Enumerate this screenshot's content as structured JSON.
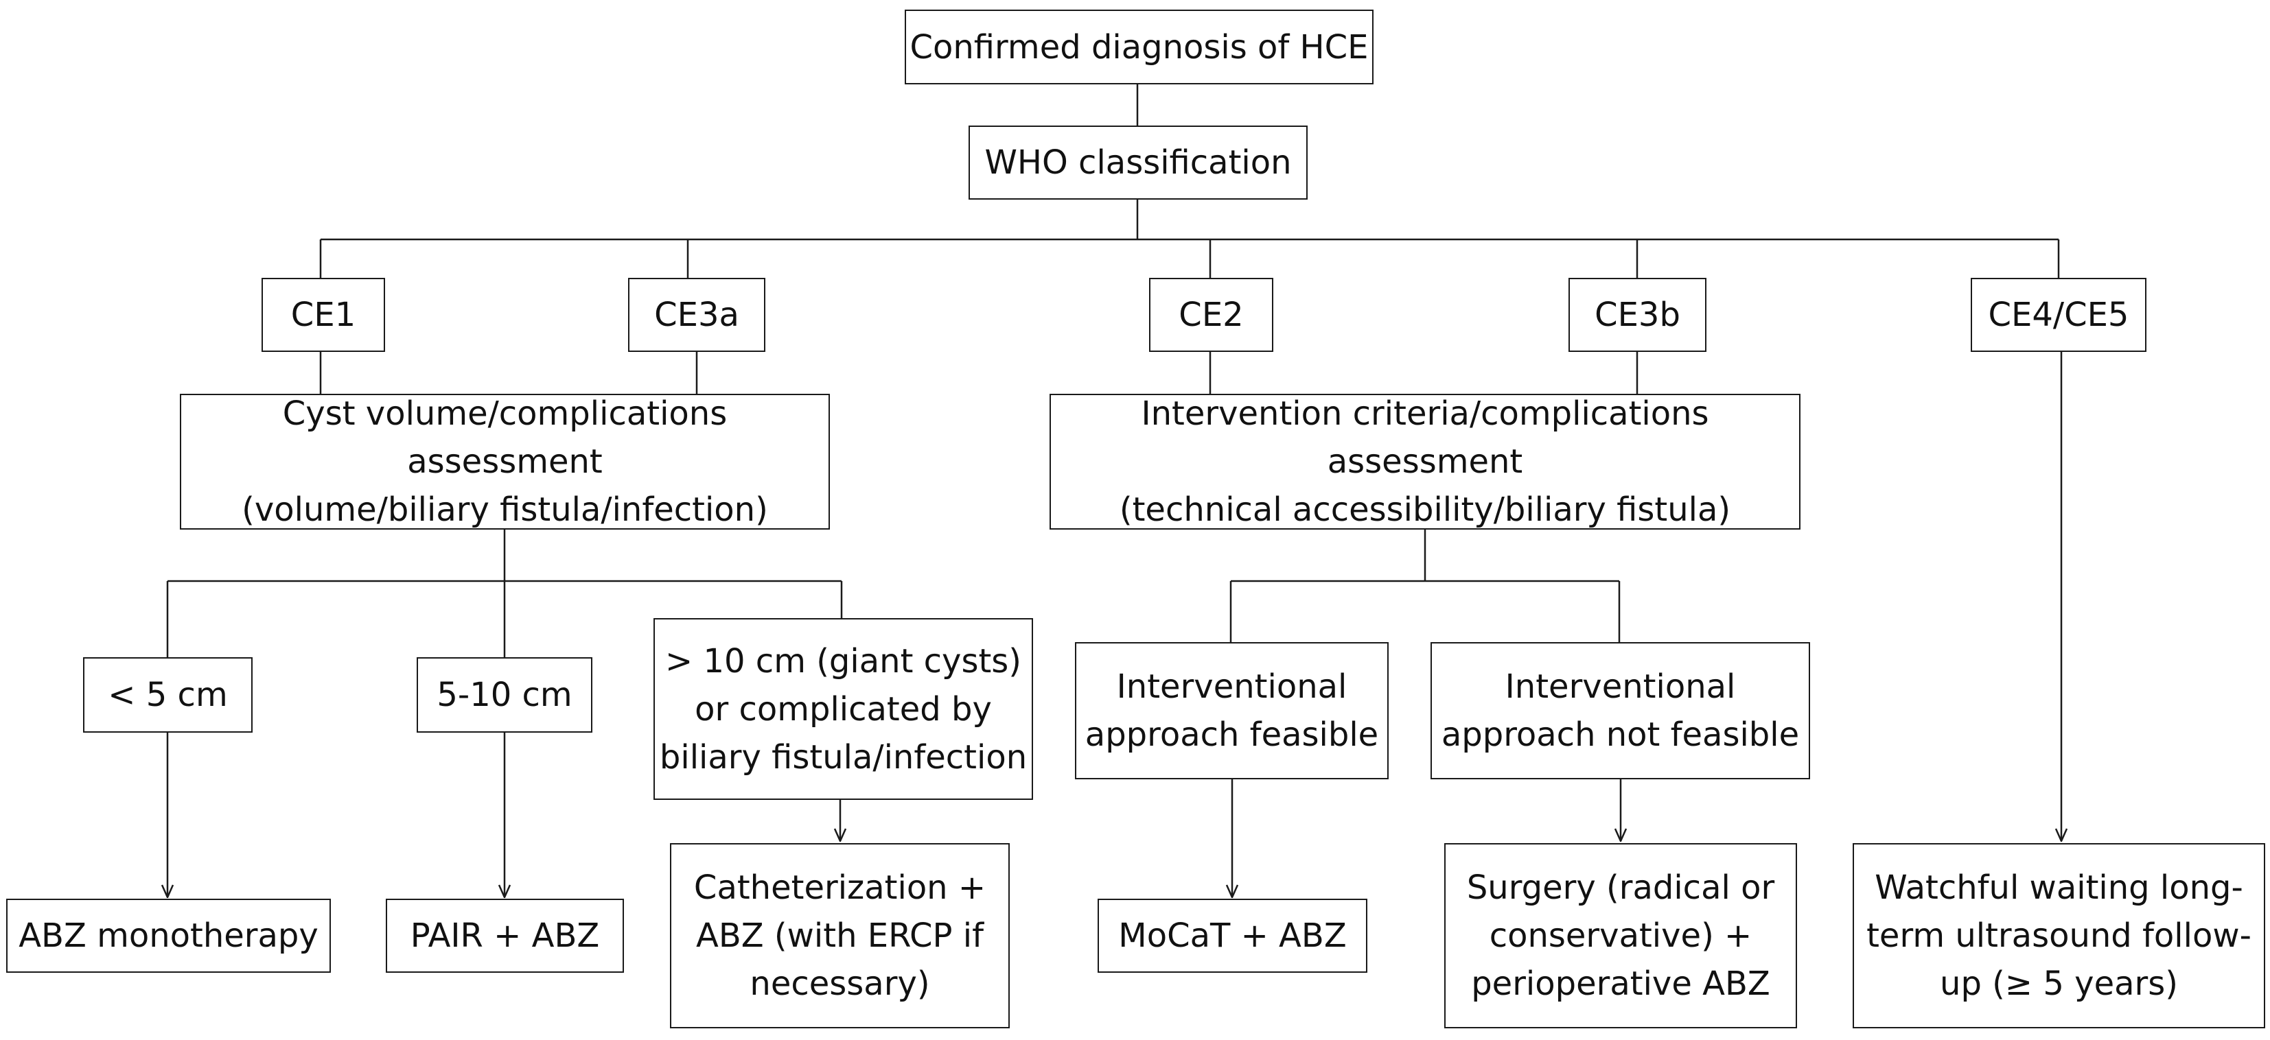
{
  "diagram": {
    "root": "Confirmed diagnosis of HCE",
    "classification": "WHO classification",
    "stages": {
      "ce1": "CE1",
      "ce3a": "CE3a",
      "ce2": "CE2",
      "ce3b": "CE3b",
      "ce4_ce5": "CE4/CE5"
    },
    "left_assessment": "Cyst volume/complications assessment\n(volume/biliary fistula/infection)",
    "right_assessment": "Intervention criteria/complications assessment\n(technical accessibility/biliary fistula)",
    "size_small": "< 5 cm",
    "size_medium": "5-10 cm",
    "size_large": "> 10 cm (giant cysts)\nor complicated by\nbiliary fistula/infection",
    "feasible": "Interventional\napproach feasible",
    "not_feasible": "Interventional\napproach not feasible",
    "treatments": {
      "abz_mono": "ABZ monotherapy",
      "pair_abz": "PAIR + ABZ",
      "catheter": "Catheterization +\nABZ (with ERCP if\nnecessary)",
      "mocat": "MoCaT + ABZ",
      "surgery": "Surgery (radical or\nconservative) +\nperioperative ABZ",
      "watchful": "Watchful waiting long-\nterm ultrasound follow-\nup (≥ 5 years)"
    }
  }
}
